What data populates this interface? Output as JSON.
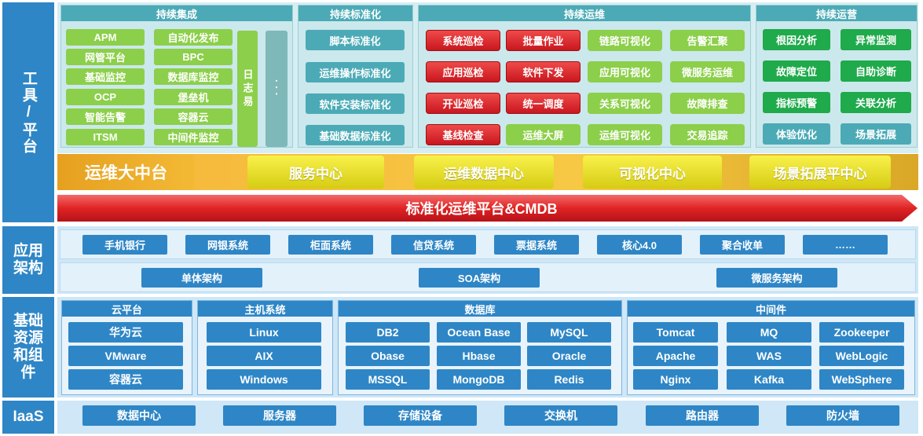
{
  "left_labels": {
    "tools": "工具/平台",
    "app": "应用架构",
    "infra": "基础资源和组件",
    "iaas": "IaaS"
  },
  "tools": {
    "integration": {
      "title": "持续集成",
      "col1": [
        "APM",
        "网管平台",
        "基础监控",
        "OCP",
        "智能告警",
        "ITSM"
      ],
      "col2": [
        "自动化发布",
        "BPC",
        "数据库监控",
        "堡垒机",
        "容器云",
        "中间件监控"
      ],
      "log": "日志易",
      "more": "···"
    },
    "standardization": {
      "title": "持续标准化",
      "items": [
        "脚本标准化",
        "运维操作标准化",
        "软件安装标准化",
        "基础数据标准化"
      ]
    },
    "ops": {
      "title": "持续运维",
      "col1": [
        "系统巡检",
        "应用巡检",
        "开业巡检",
        "基线检查"
      ],
      "col2": [
        "批量作业",
        "软件下发",
        "统一调度",
        "运维大屏"
      ],
      "col3": [
        "链路可视化",
        "应用可视化",
        "关系可视化",
        "运维可视化"
      ],
      "col4": [
        "告警汇聚",
        "微服务运维",
        "故障排查",
        "交易追踪"
      ]
    },
    "operation": {
      "title": "持续运营",
      "col1": [
        "根因分析",
        "故障定位",
        "指标预警",
        "体验优化"
      ],
      "col2": [
        "异常监测",
        "自助诊断",
        "关联分析",
        "场景拓展"
      ]
    }
  },
  "middle": {
    "title": "运维大中台",
    "items": [
      "服务中心",
      "运维数据中心",
      "可视化中心",
      "场景拓展平中心"
    ]
  },
  "platform_arrow": "标准化运维平台&CMDB",
  "app": {
    "systems": [
      "手机银行",
      "网银系统",
      "柜面系统",
      "信贷系统",
      "票据系统",
      "核心4.0",
      "聚合收单",
      "……"
    ],
    "architectures": [
      "单体架构",
      "SOA架构",
      "微服务架构"
    ]
  },
  "infra": {
    "cloud": {
      "title": "云平台",
      "items": [
        "华为云",
        "VMware",
        "容器云"
      ]
    },
    "host": {
      "title": "主机系统",
      "items": [
        "Linux",
        "AIX",
        "Windows"
      ]
    },
    "db": {
      "title": "数据库",
      "items": [
        "DB2",
        "Ocean Base",
        "MySQL",
        "Obase",
        "Hbase",
        "Oracle",
        "MSSQL",
        "MongoDB",
        "Redis"
      ]
    },
    "mw": {
      "title": "中间件",
      "items": [
        "Tomcat",
        "MQ",
        "Zookeeper",
        "Apache",
        "WAS",
        "WebLogic",
        "Nginx",
        "Kafka",
        "WebSphere"
      ]
    }
  },
  "iaas": [
    "数据中心",
    "服务器",
    "存储设备",
    "交换机",
    "路由器",
    "防火墙"
  ]
}
